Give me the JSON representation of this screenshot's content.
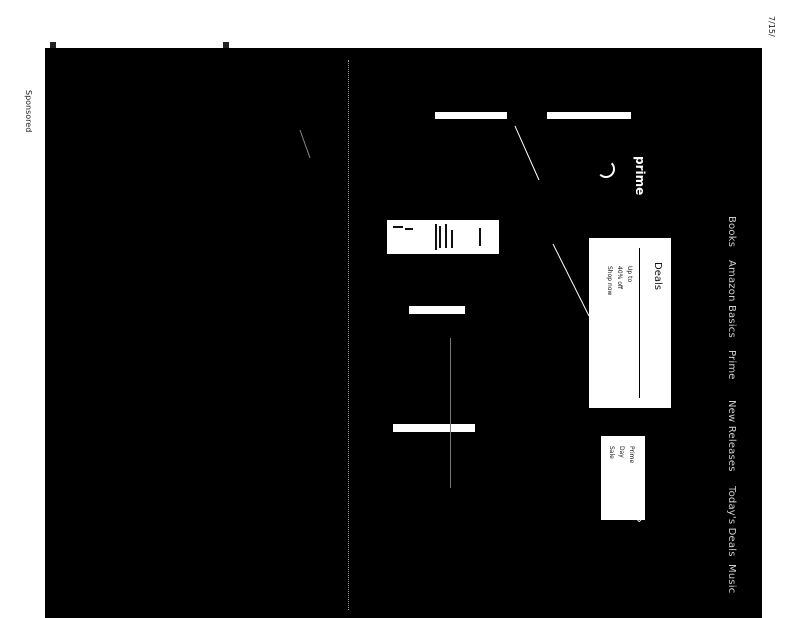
{
  "page": {
    "date": "7/15/",
    "sponsored": "Sponsored"
  },
  "nav": {
    "items": [
      "Books",
      "Amazon Basics",
      "Prime",
      "New Releases",
      "Today's Deals",
      "Music"
    ]
  },
  "logo": {
    "text": "prime"
  },
  "card": {
    "title": "Deals",
    "lines": [
      "Up to",
      "40% off",
      "Shop now"
    ]
  },
  "promo": {
    "lines": [
      "Prime",
      "Day",
      "Sale"
    ]
  },
  "icons": [
    "arrow-icon",
    "chevron-icon"
  ],
  "colors": {
    "background": "#000000",
    "surface": "#ffffff",
    "nav_text": "#cfcfcf"
  }
}
